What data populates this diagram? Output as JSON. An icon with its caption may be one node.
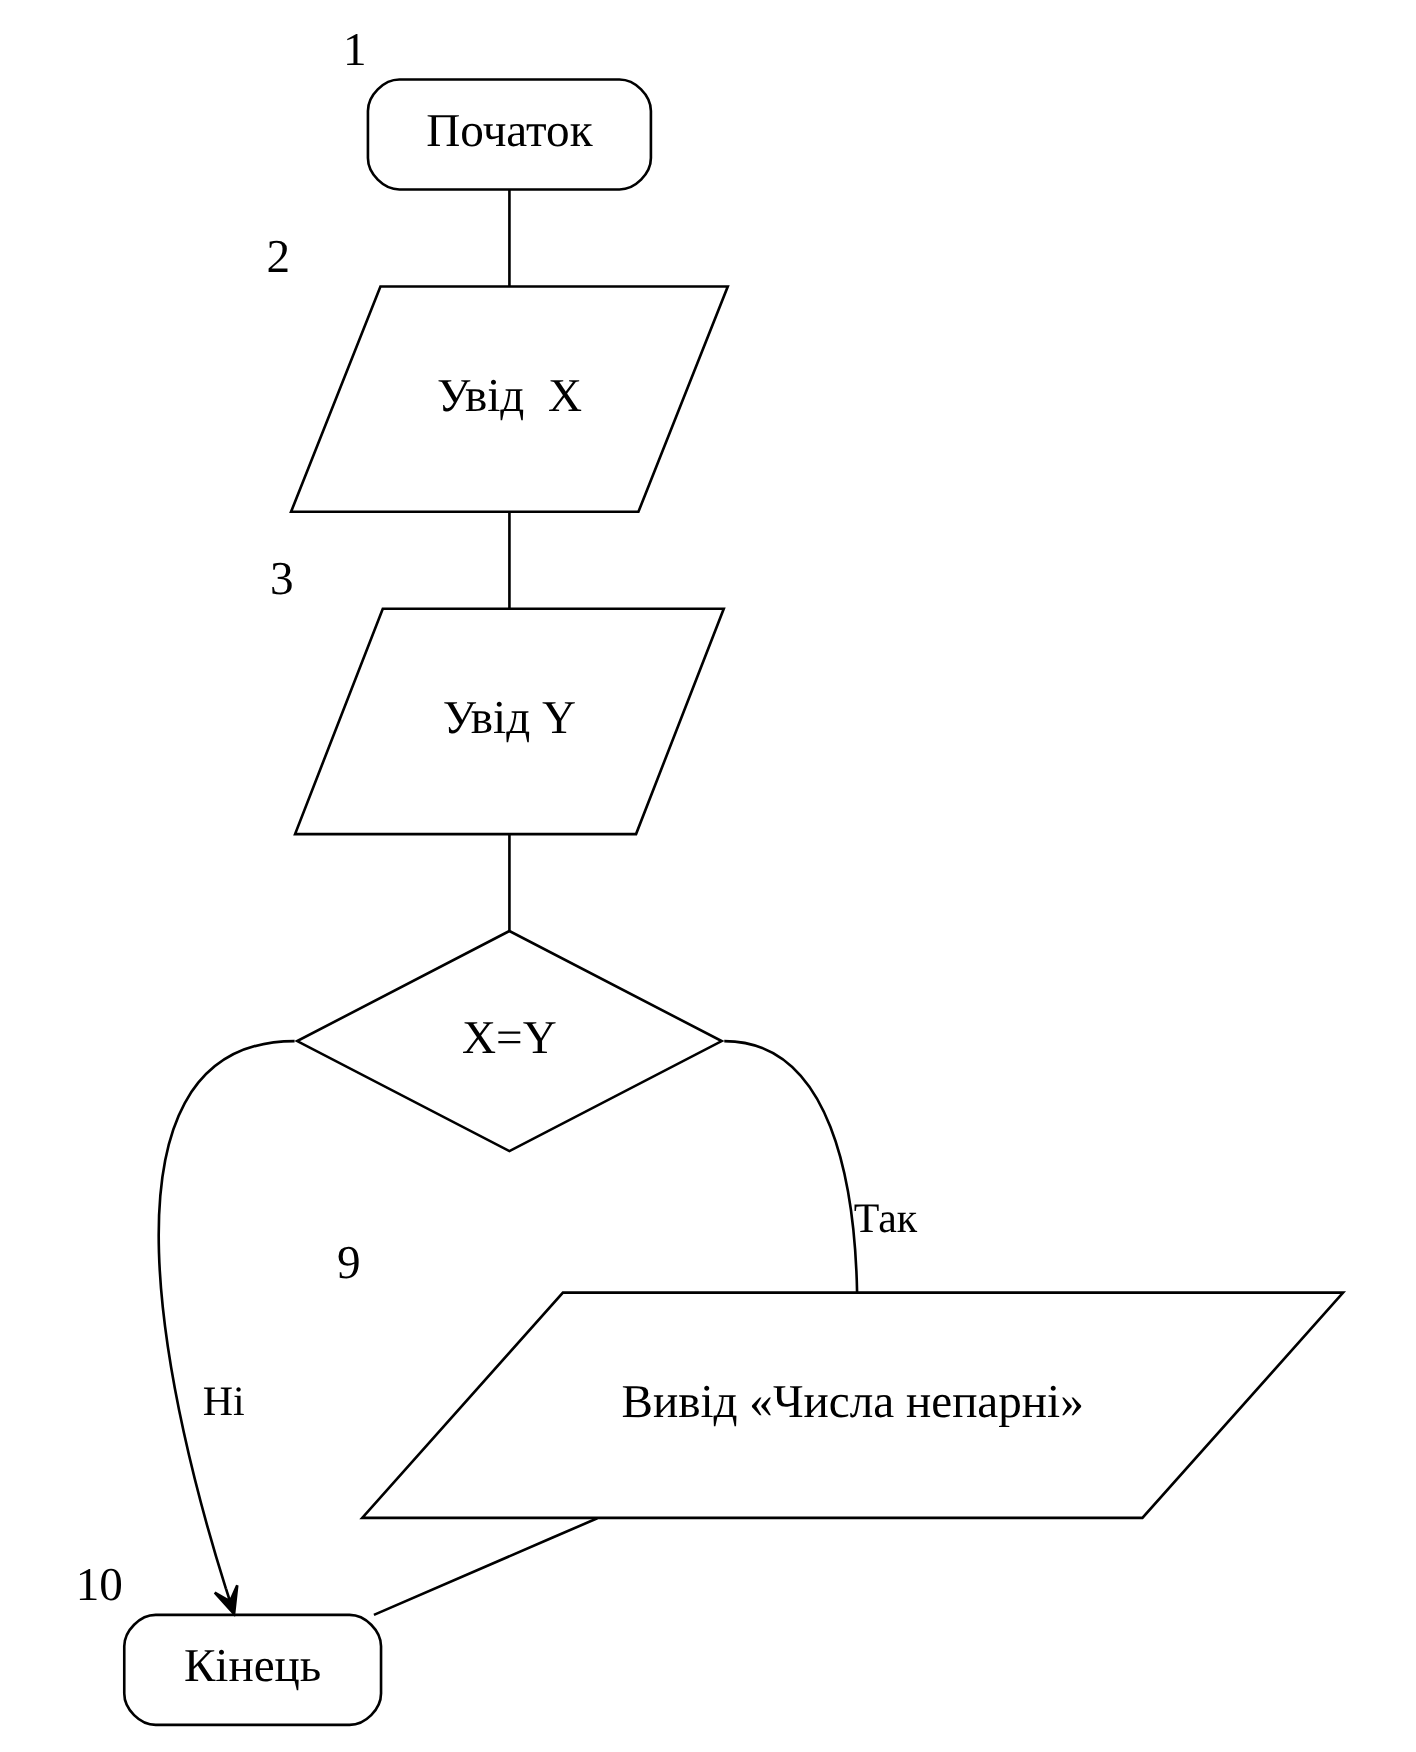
{
  "diagram": {
    "nodes": [
      {
        "text": [
          "Початок"
        ],
        "beside": [
          "1"
        ]
      },
      {
        "text": [
          "Увід  X"
        ],
        "beside": [
          "2"
        ]
      },
      {
        "text": [
          "Увід Y"
        ],
        "beside": [
          "3"
        ]
      },
      {
        "text": [
          "X=Y"
        ]
      },
      {
        "text": [
          "Вивід «Числа непарні»"
        ],
        "beside": [
          "9"
        ]
      },
      {
        "text": [
          "Кінець"
        ],
        "beside": [
          "10"
        ]
      }
    ],
    "edges": [
      {
        "from": 0,
        "to": 1,
        "arrow": "none"
      },
      {
        "from": 1,
        "to": 2,
        "arrow": "none"
      },
      {
        "from": 2,
        "to": 3,
        "arrow": "none"
      },
      {
        "from": 3,
        "to": 4,
        "arrow": "none",
        "label": "Так"
      },
      {
        "from": 4,
        "to": 5,
        "arrow": "none"
      },
      {
        "from": 3,
        "to": 5,
        "arrow": "to",
        "label": "Ні"
      }
    ]
  }
}
